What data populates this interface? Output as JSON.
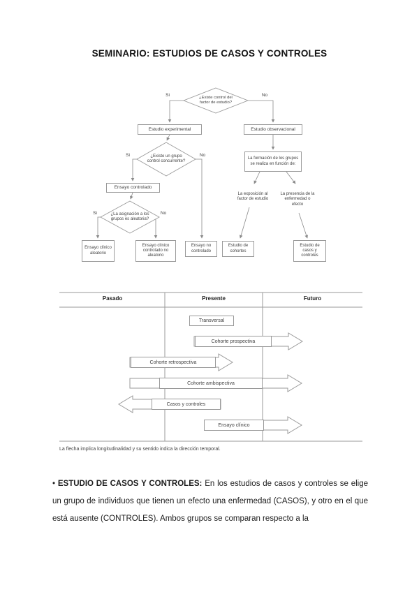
{
  "page": {
    "title": "SEMINARIO: ESTUDIOS DE CASOS Y CONTROLES"
  },
  "flowchart": {
    "decisions": [
      {
        "label": "¿Existe control del factor de estudio?",
        "yes": "Si",
        "no": "No"
      },
      {
        "label": "¿Existe un grupo control concurrente?",
        "yes": "Si",
        "no": "No"
      },
      {
        "label": "¿La asignación a los grupos es aleatoria?",
        "yes": "Si",
        "no": "No"
      }
    ],
    "boxes": {
      "experimental": "Estudio experimental",
      "observacional": "Estudio observacional",
      "ensayo_controlado": "Ensayo controlado",
      "formacion": "La formación de los grupos se realiza en función de:",
      "exposicion": "La exposición al factor de estudio",
      "presencia": "La presencia de la enfermedad o efecto",
      "ensayo_clinico_aleatorio": "Ensayo clínico aleatorio",
      "ensayo_clinico_no_aleatorio": "Ensayo clínico controlado no aleatorio",
      "ensayo_no_controlado": "Ensayo no controlado",
      "estudio_cohortes": "Estudio de cohortes",
      "estudio_casos_controles": "Estudio de casos y controles"
    }
  },
  "timeline": {
    "columns": [
      "Pasado",
      "Presente",
      "Futuro"
    ],
    "rows": [
      {
        "label": "Transversal",
        "direction": "none"
      },
      {
        "label": "Cohorte prospectiva",
        "direction": "right"
      },
      {
        "label": "Cohorte retrospectiva",
        "direction": "right"
      },
      {
        "label": "Cohorte ambispectiva",
        "direction": "right"
      },
      {
        "label": "Casos y controles",
        "direction": "left"
      },
      {
        "label": "Ensayo clínico",
        "direction": "right"
      }
    ],
    "caption": "La flecha implica longitudinalidad y su sentido indica la dirección temporal."
  },
  "body": {
    "bullet": "•",
    "heading": "ESTUDIO DE CASOS Y CONTROLES:",
    "text": "En los estudios de casos y controles se elige un grupo de individuos que tienen un efecto una enfermedad (CASOS), y otro en el que está ausente (CONTROLES). Ambos grupos se comparan respecto a la"
  },
  "colors": {
    "line": "#8a8a8a",
    "box_border": "#9a9a9a",
    "text": "#3f3f3f"
  }
}
